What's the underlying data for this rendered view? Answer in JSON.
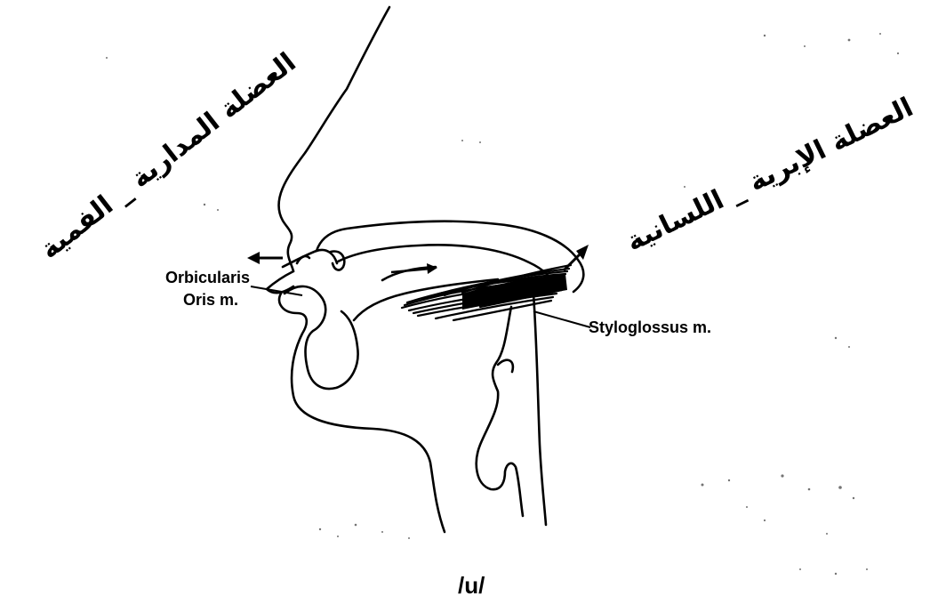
{
  "labels": {
    "arabic_left": "العضلة المدارية _ الفمية",
    "arabic_right": "العضلة الإبرية _ اللسانية",
    "orbicularis_line1": "Orbicularis",
    "orbicularis_line2": "Oris m.",
    "styloglossus": "Styloglossus m.",
    "phoneme": "/u/"
  }
}
